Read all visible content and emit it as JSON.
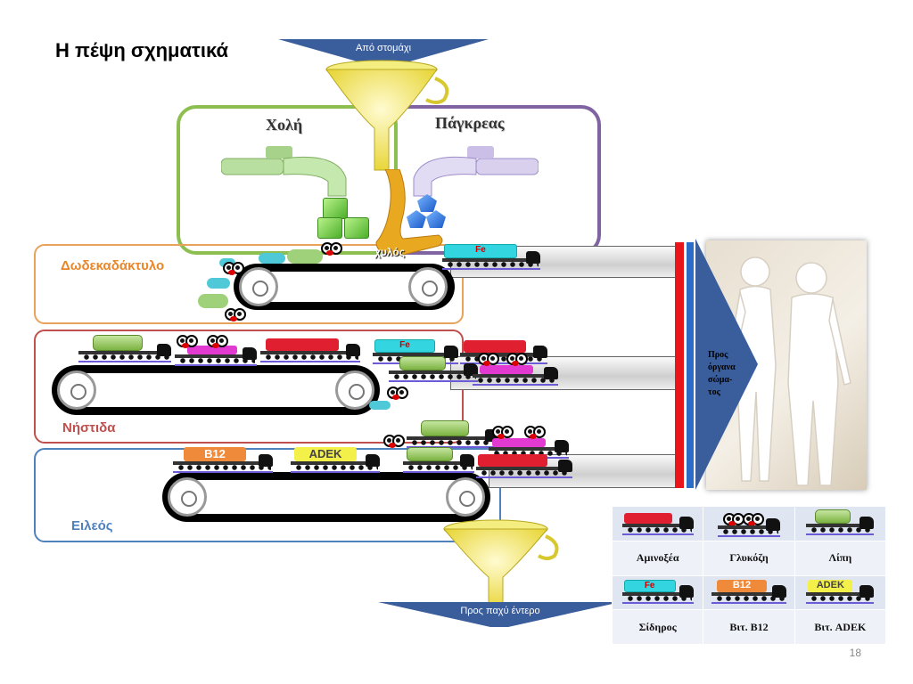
{
  "title": "Η πέψη σχηματικά",
  "top_arrow": "Από στομάχι",
  "bottom_arrow": "Προς παχύ έντερο",
  "bile_label": "Χολή",
  "pancreas_label": "Πάγκρεας",
  "chyme_label": "χυλός",
  "zones": {
    "duodenum": "Δωδεκαδάκτυλο",
    "jejunum": "Νήστιδα",
    "ileum": "Ειλεός"
  },
  "to_body": [
    "Προς",
    "όργανα",
    "σώμα-",
    "τος"
  ],
  "cargo_text": {
    "iron": "Fe",
    "b12": "B12",
    "adek": "ADEK"
  },
  "legend": {
    "row1": [
      "Αμινοξέα",
      "Γλυκόζη",
      "Λίπη"
    ],
    "row2": [
      "Σίδηρος",
      "Βιτ. B12",
      "Βιτ. ADEK"
    ]
  },
  "colors": {
    "duodenum": "#e8a25a",
    "jejunum": "#c0504d",
    "ileum": "#4f81bd",
    "bile_box": "#8cbf4f",
    "pancreas_box": "#8064a2",
    "arrow": "#3a5d9c"
  },
  "page_number": "18"
}
